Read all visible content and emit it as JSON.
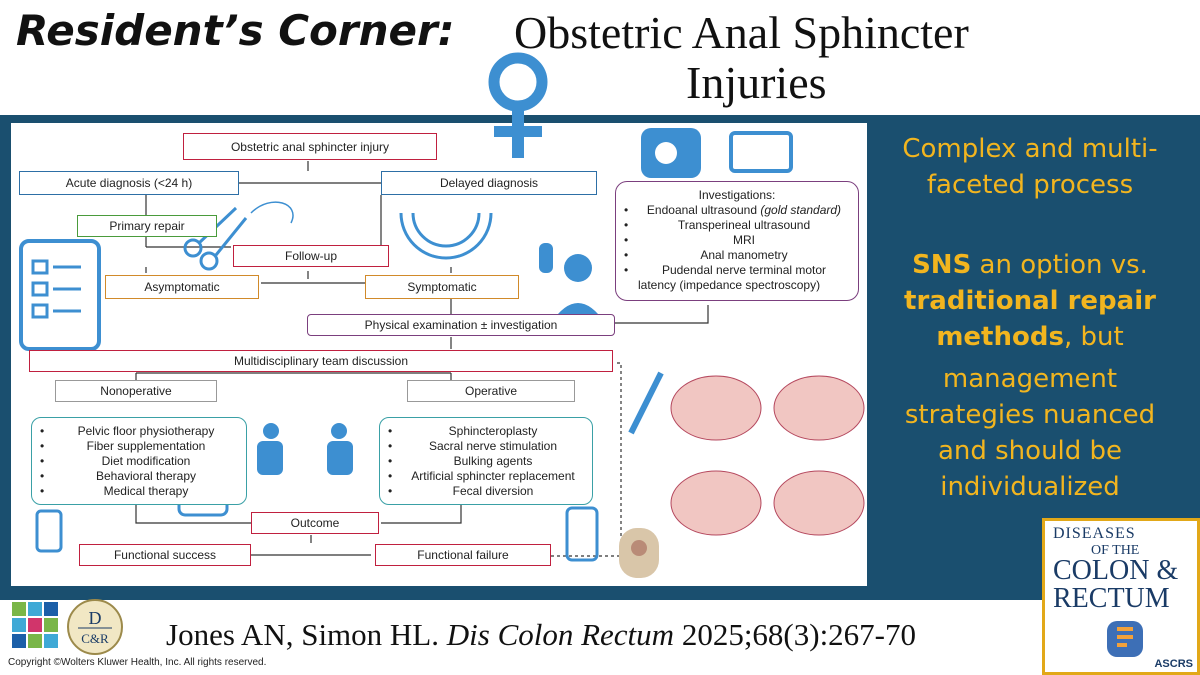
{
  "title": {
    "bold": "Resident’s Corner:",
    "rest_line1": "Obstetric Anal Sphincter",
    "rest_line2": "Injuries"
  },
  "flowchart": {
    "top": "Obstetric anal sphincter injury",
    "acute": "Acute diagnosis (<24 h)",
    "delayed": "Delayed diagnosis",
    "primary_repair": "Primary repair",
    "follow_up": "Follow-up",
    "asymptomatic": "Asymptomatic",
    "symptomatic": "Symptomatic",
    "physical_exam": "Physical examination ± investigation",
    "mdt": "Multidisciplinary team discussion",
    "nonoperative": "Nonoperative",
    "operative": "Operative",
    "outcome": "Outcome",
    "functional_success": "Functional success",
    "functional_failure": "Functional failure",
    "investigations": {
      "title": "Investigations:",
      "item1_main": "Endoanal ultrasound ",
      "item1_em": "(gold standard)",
      "items": [
        "Transperineal ultrasound",
        "MRI",
        "Anal manometry",
        "Pudendal nerve terminal motor",
        "latency (impedance spectroscopy)"
      ]
    },
    "nonoperative_list": [
      "Pelvic floor physiotherapy",
      "Fiber supplementation",
      "Diet modification",
      "Behavioral therapy",
      "Medical therapy"
    ],
    "operative_list": [
      "Sphincteroplasty",
      "Sacral nerve stimulation",
      "Bulking agents",
      "Artificial sphincter replacement",
      "Fecal diversion"
    ]
  },
  "right_panel": {
    "line1": "Complex and multi-",
    "line2": "faceted process",
    "sns": "SNS",
    "line3_rest": " an option vs.",
    "line4": "traditional repair",
    "line5_bold": "methods",
    "line5_rest": ", but",
    "line6": "management",
    "line7": "strategies nuanced",
    "line8": "and should be",
    "line9": "individualized"
  },
  "journal": {
    "line1": "DISEASES",
    "line2": "OF THE",
    "line3": "COLON &",
    "line4": "RECTUM",
    "org": "ASCRS"
  },
  "logos": {
    "dcr_top": "D",
    "dcr_bottom": "C&R"
  },
  "citation": {
    "authors": "Jones AN, Simon HL. ",
    "journal": "Dis Colon Rectum",
    "ref": " 2025;68(3):267-70"
  },
  "copyright": "Copyright ©Wolters Kluwer Health, Inc. All rights reserved.",
  "colors": {
    "panel": "#1a4f6f",
    "accent_text": "#f2b51f",
    "venus": "#3d8fd1"
  }
}
